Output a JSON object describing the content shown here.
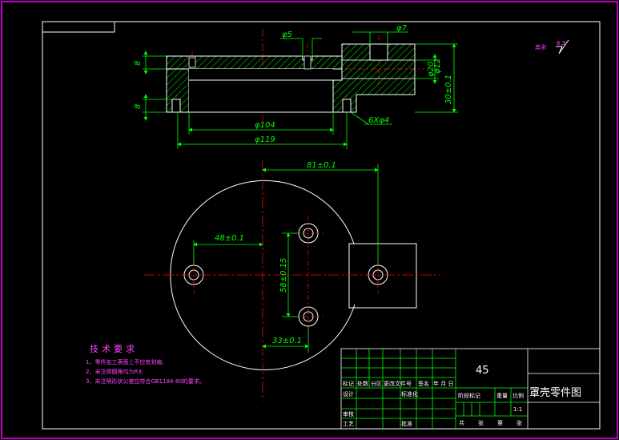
{
  "colors": {
    "background": "#000000",
    "frame": "#ffffff",
    "outer_border": "#ff00ff",
    "dimension": "#00ff00",
    "centerline": "#ff0000",
    "hatch": "#00ff00",
    "part": "#ffffff",
    "notes": "#ff44ff"
  },
  "surface_finish": {
    "label": "其余",
    "value": "6.3"
  },
  "section_view": {
    "dims": {
      "d5": "φ5",
      "d7": "φ7",
      "h8_top": "8",
      "h8_bottom": "8",
      "d104": "φ104",
      "d119": "φ119",
      "holes": "6Xφ4",
      "d20": "φ20",
      "d12": "φ12",
      "h30": "30±0.1"
    }
  },
  "plan_view": {
    "dims": {
      "d81": "81±0.1",
      "d48": "48±0.1",
      "d58": "58±0.15",
      "d33": "33±0.1"
    }
  },
  "technical_requirements": {
    "title": "技术要求",
    "items": [
      "1、零件加工表面上不应有划痕;",
      "2、未注明圆角均为R3;",
      "3、未注明形状公差应符合GB1184-80的要求。"
    ]
  },
  "title_block": {
    "material": "45",
    "part_name": "罩壳零件图",
    "row_labels": [
      "标记",
      "处数",
      "分区",
      "更改文件号",
      "签名",
      "年 月 日"
    ],
    "design": "设计",
    "standardize": "标准化",
    "review": "审核",
    "craft": "工艺",
    "approve": "批准",
    "stage_mark": "阶段标记",
    "weight": "重量",
    "scale": "比例",
    "scale_value": "1:1",
    "sheets_total": "共",
    "sheets_unit": "张",
    "sheet_no": "第",
    "sheet_unit2": "张"
  }
}
